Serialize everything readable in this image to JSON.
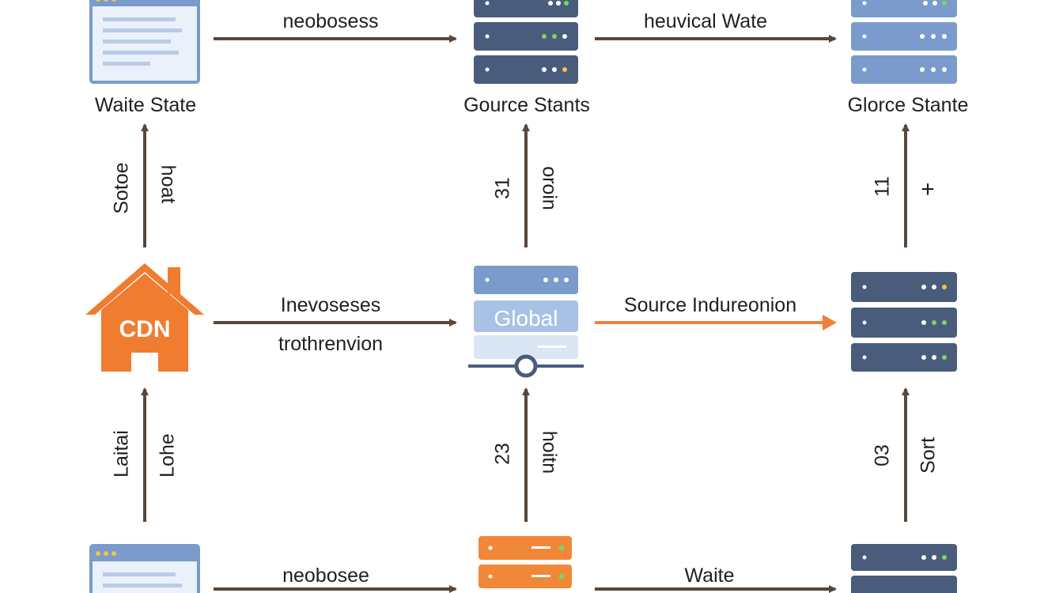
{
  "colors": {
    "arrow": "#5a463a",
    "accent_arrow": "#f0803c",
    "server_dark": "#4a5c7c",
    "server_light": "#7a9bcc",
    "server_pale": "#a8c2e6",
    "server_orange": "#f08838",
    "cdn_orange": "#f07c30",
    "led_green": "#7fd35f",
    "led_yellow": "#f2c542",
    "led_white": "#ffffff"
  },
  "nodes": {
    "top_left": {
      "label": "Waite State",
      "icon": "browser-window-icon"
    },
    "top_mid": {
      "label": "Gource Stants",
      "icon": "server-rack-icon"
    },
    "top_right": {
      "label": "Glorce Stante",
      "icon": "server-rack-icon"
    },
    "mid_left": {
      "label": "CDN",
      "icon": "house-icon"
    },
    "mid_mid": {
      "label": "Global",
      "icon": "global-server-icon"
    },
    "mid_right": {
      "icon": "server-rack-icon"
    },
    "bot_left": {
      "icon": "browser-window-icon"
    },
    "bot_mid": {
      "icon": "server-rack-icon"
    },
    "bot_right": {
      "icon": "server-rack-icon"
    }
  },
  "edges": {
    "top_row_1": "neobosess",
    "top_row_2": "heuvical Wate",
    "mid_row_1_line1": "Inevoseses",
    "mid_row_1_line2": "trothrenvion",
    "mid_row_2": "Source Indureonion",
    "bot_row_1": "neobosee",
    "bot_row_2": "Waite",
    "col_left_upper_a": "Sotoe",
    "col_left_upper_b": "hoat",
    "col_mid_upper_a": "31",
    "col_mid_upper_b": "oroin",
    "col_right_upper_a": "11",
    "col_right_upper_b": "+",
    "col_left_lower_a": "Laitai",
    "col_left_lower_b": "Lohe",
    "col_mid_lower_a": "23",
    "col_mid_lower_b": "hoitn",
    "col_right_lower_a": "03",
    "col_right_lower_b": "Sort"
  }
}
